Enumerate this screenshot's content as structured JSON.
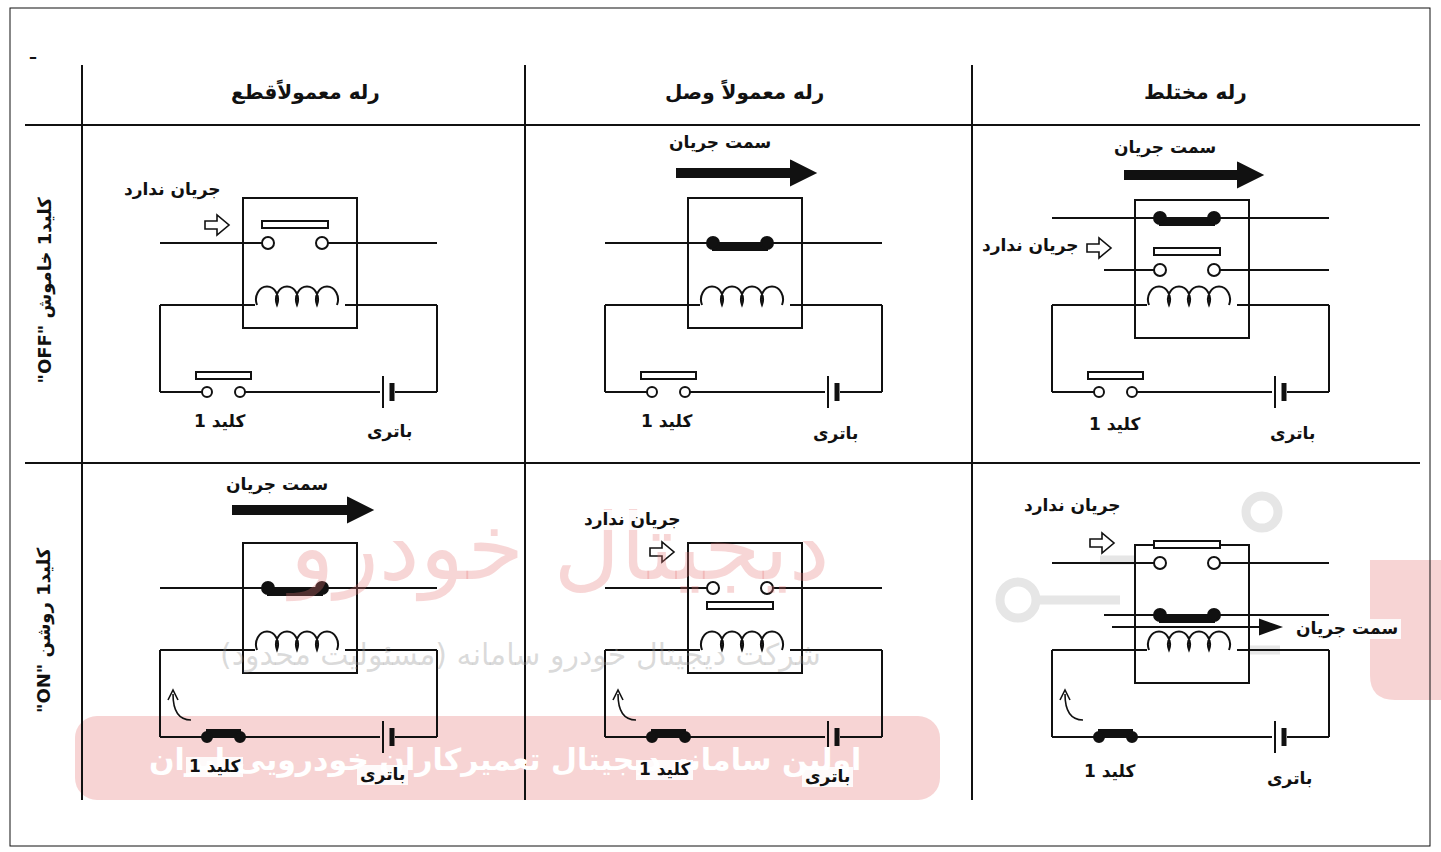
{
  "diagram": {
    "labels": [
      "–",
      "رله معمولاًقطع",
      "رله معمولاً وصل",
      "رله مختلط",
      "کلید1 خاموش \"OFF\"",
      "کلید1 روشن \"ON\"",
      "جریان ندارد",
      "کلید 1",
      "باتری",
      "سمت جریان",
      "کلید 1",
      "باتری",
      "سمت جریان",
      "جریان ندارد",
      "کلید 1",
      "باتری",
      "سمت جریان",
      "کلید 1",
      "باتری",
      "جریان ندارد",
      "کلید 1",
      "باتری",
      "جریان ندارد",
      "سمت جریان",
      "کلید 1",
      "باتری",
      "دیجیتال خودرو",
      "شرکت دیجیتال خودرو سامانه (مسئولیت محدود)",
      "اولین سامانه دیجیتال تعمیرکاران خودرویی ایران"
    ]
  }
}
